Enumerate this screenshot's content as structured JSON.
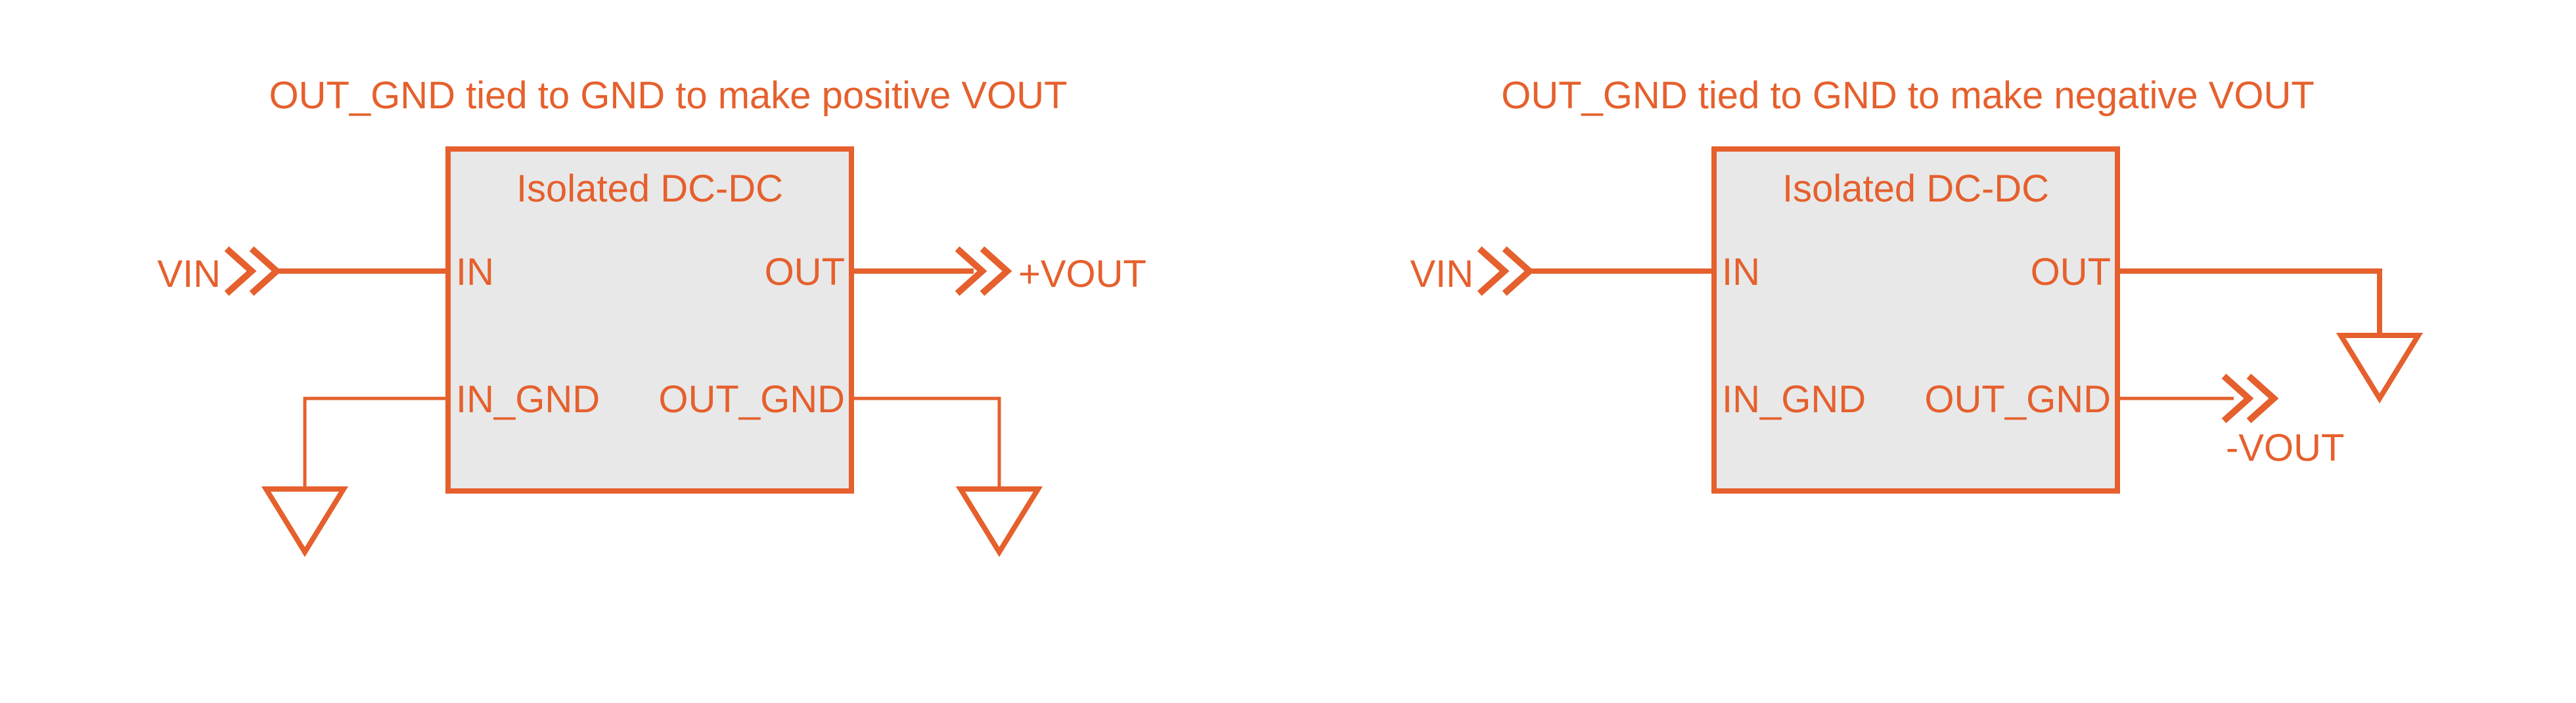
{
  "colors": {
    "accent": "#E5602D",
    "block_fill": "#E8E8E8",
    "background": "#FFFFFF"
  },
  "icons": {
    "input_connector": "double-chevron-right",
    "output_connector": "double-chevron-right",
    "ground": "ground-triangle"
  },
  "diagrams": [
    {
      "title": "OUT_GND tied to GND to make positive VOUT",
      "block_label": "Isolated DC-DC",
      "pins": {
        "in": "IN",
        "out": "OUT",
        "in_gnd": "IN_GND",
        "out_gnd": "OUT_GND"
      },
      "input_label": "VIN",
      "output_label": "+VOUT"
    },
    {
      "title": "OUT_GND tied to GND to make negative VOUT",
      "block_label": "Isolated DC-DC",
      "pins": {
        "in": "IN",
        "out": "OUT",
        "in_gnd": "IN_GND",
        "out_gnd": "OUT_GND"
      },
      "input_label": "VIN",
      "output_label": "-VOUT"
    }
  ]
}
